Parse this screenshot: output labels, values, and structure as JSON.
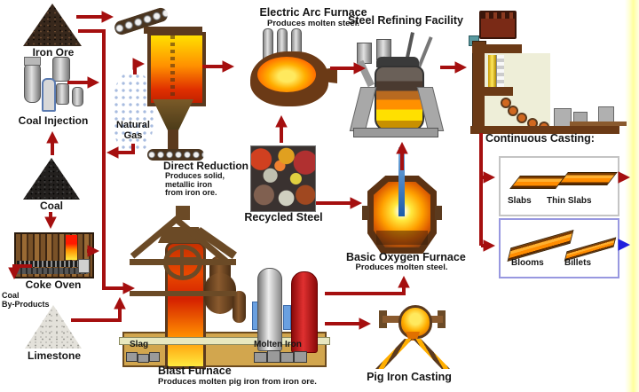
{
  "diagram_title": "Steelmaking process flow diagram",
  "colors": {
    "arrow_red": "#a50f0f",
    "arrow_blue": "#2222dd",
    "background": "#ffffff",
    "edge_strip": "#ffff9c"
  },
  "nodes": {
    "iron_ore": {
      "label": "Iron Ore"
    },
    "coal_injection": {
      "label": "Coal Injection"
    },
    "natural_gas": {
      "line1": "Natural",
      "line2": "Gas"
    },
    "coal": {
      "label": "Coal"
    },
    "coke_oven": {
      "label": "Coke Oven"
    },
    "coal_by_products": {
      "line1": "Coal",
      "line2": "By-Products"
    },
    "limestone": {
      "label": "Limestone"
    },
    "direct_reduction": {
      "label": "Direct Reduction",
      "desc1": "Produces solid,",
      "desc2": "metallic iron",
      "desc3": "from iron ore."
    },
    "electric_arc_furnace": {
      "label": "Electric Arc Furnace",
      "desc": "Produces molten steel."
    },
    "recycled_steel": {
      "label": "Recycled Steel"
    },
    "steel_refining": {
      "label": "Steel Refining Facility"
    },
    "basic_oxygen_furnace": {
      "label": "Basic Oxygen Furnace",
      "desc": "Produces molten steel."
    },
    "blast_furnace": {
      "label": "Blast Furnace",
      "desc": "Produces molten pig iron from iron ore.",
      "slag": "Slag",
      "molten_iron": "Molten Iron"
    },
    "pig_iron_casting": {
      "label": "Pig Iron Casting"
    },
    "continuous_casting": {
      "label": "Continuous Casting:"
    },
    "products": {
      "slabs": "Slabs",
      "thin_slabs": "Thin Slabs",
      "blooms": "Blooms",
      "billets": "Billets"
    }
  }
}
